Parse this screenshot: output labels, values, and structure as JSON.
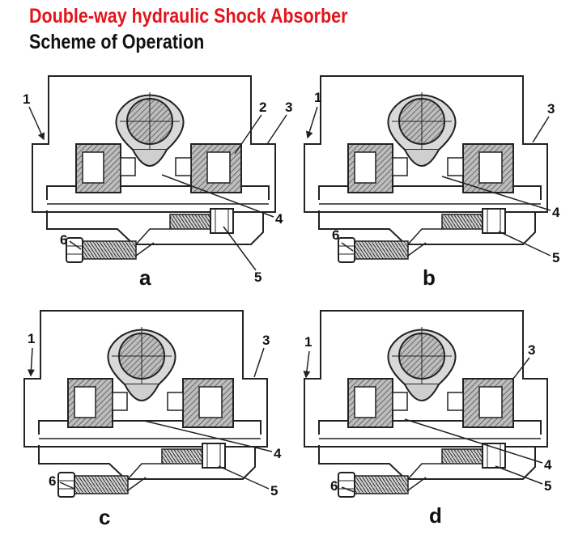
{
  "title": {
    "line1": "Double-way hydraulic Shock Absorber",
    "line2": "Scheme of Operation"
  },
  "colors": {
    "title_red": "#e3141b",
    "ink": "#222222",
    "oil": "#d2d2d2",
    "paper": "#ffffff"
  },
  "panels": [
    {
      "id": "a",
      "label": "a",
      "n1": "1",
      "n2": "2",
      "n3": "3",
      "n4": "4",
      "n5": "5",
      "n6": "6"
    },
    {
      "id": "b",
      "label": "b",
      "n1": "1",
      "n3": "3",
      "n4": "4",
      "n5": "5",
      "n6": "6"
    },
    {
      "id": "c",
      "label": "c",
      "n1": "1",
      "n3": "3",
      "n4": "4",
      "n5": "5",
      "n6": "6"
    },
    {
      "id": "d",
      "label": "d",
      "n1": "1",
      "n3": "3",
      "n4": "4",
      "n5": "5",
      "n6": "6"
    }
  ]
}
